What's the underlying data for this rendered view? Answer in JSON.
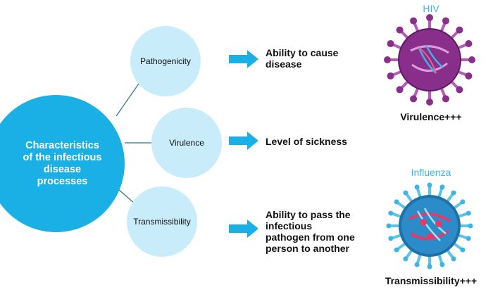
{
  "main_concept": "Characteristics\nof the infectious\ndisease\nprocesses",
  "properties": [
    {
      "label": "Pathogenicity",
      "description": "Ability to cause\ndisease"
    },
    {
      "label": "Virulence",
      "description": "Level of sickness"
    },
    {
      "label": "Transmissibility",
      "description": "Ability to pass the\ninfectious\npathogen from one\nperson to another"
    }
  ],
  "examples": [
    {
      "title": "HIV",
      "caption": "Virulence+++",
      "body_color": "#8a2e8c",
      "spike_color": "#b55bb8"
    },
    {
      "title": "Influenza",
      "caption": "Transmissibility+++",
      "body_color": "#1f6fa8",
      "spike_color": "#5cc3ea"
    }
  ],
  "colors": {
    "accent": "#1ab0e6",
    "light_circle": "#c9ecfb",
    "title_blue": "#3cb4e5",
    "connector": "#2f6f86"
  }
}
